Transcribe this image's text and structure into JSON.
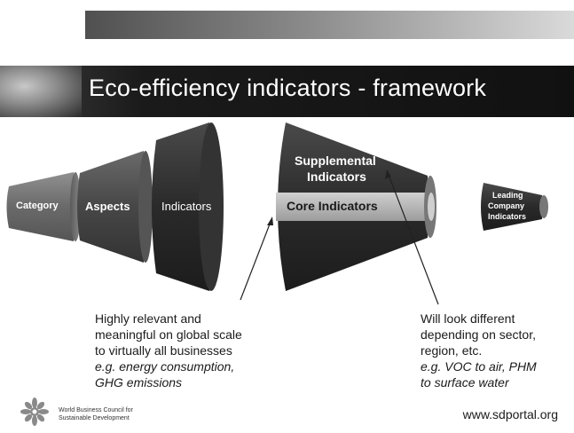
{
  "slide": {
    "title": "Eco-efficiency indicators - framework",
    "url": "www.sdportal.org"
  },
  "diagram": {
    "cones": {
      "category": "Category",
      "aspects": "Aspects",
      "indicators": "Indicators",
      "supplemental_line1": "Supplemental",
      "supplemental_line2": "Indicators",
      "core": "Core Indicators",
      "leading_line1": "Leading",
      "leading_line2": "Company",
      "leading_line3": "Indicators"
    }
  },
  "captions": {
    "left": {
      "line1": "Highly relevant and",
      "line2": "meaningful on global scale",
      "line3": "to virtually all businesses",
      "line4": "e.g. energy consumption,",
      "line5": "GHG emissions"
    },
    "right": {
      "line1": "Will look different",
      "line2": "depending on sector,",
      "line3": "region, etc.",
      "line4": "e.g. VOC to air, PHM",
      "line5": "to surface water"
    }
  },
  "logo": {
    "line1": "World Business Council for",
    "line2": "Sustainable Development"
  },
  "colors": {
    "title_bar": "#1a1a1a",
    "cone_dark": "#2a2a2a",
    "core_band": "#b5b5b5"
  },
  "icons": {
    "logo": "wbcsd-flower-logo"
  }
}
